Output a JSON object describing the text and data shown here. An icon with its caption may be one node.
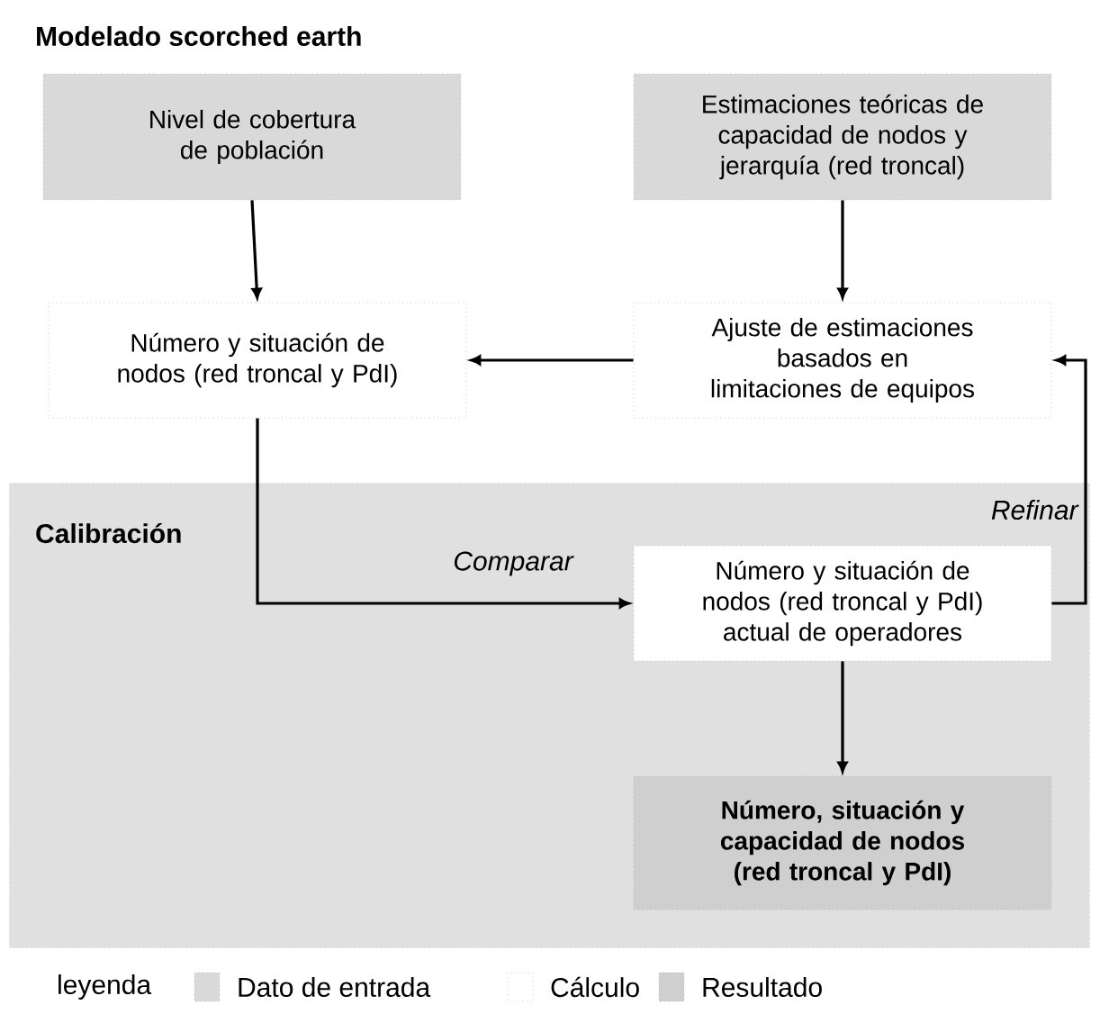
{
  "diagram": {
    "title": "Modelado scorched earth",
    "nodes": [
      {
        "text": [
          "Nivel de cobertura de población"
        ]
      },
      {
        "text": [
          "Estimaciones teóricas de capacidad de nodos y jerarquía (red troncal)"
        ]
      },
      {
        "text": [
          "Número y situación de nodos (red troncal y PdI)"
        ]
      },
      {
        "text": [
          "Ajuste de estimaciones basados en limitaciones de equipos"
        ]
      },
      {
        "text": [
          "Calibración"
        ]
      },
      {
        "text": [
          "Número y situación de nodos (red troncal y PdI) actual de operadores"
        ],
        "in": 4
      },
      {
        "text": [
          "Número, situación y capacidad de nodos (red troncal y PdI)"
        ],
        "in": 4
      }
    ],
    "edges": [
      {
        "from": 0,
        "to": 2,
        "arrow": "to"
      },
      {
        "from": 1,
        "to": 3,
        "arrow": "to"
      },
      {
        "from": 3,
        "to": 2,
        "arrow": "to"
      },
      {
        "from": 2,
        "to": 5,
        "arrow": "to",
        "label": "Comparar"
      },
      {
        "from": 5,
        "to": 6,
        "arrow": "to"
      },
      {
        "from": 5,
        "to": 3,
        "arrow": "to",
        "label": "Refinar"
      }
    ],
    "labels": [
      "leyenda"
    ],
    "legend": [
      {
        "text": "Dato de entrada",
        "color": "#d9d9d9"
      },
      {
        "text": "Cálculo",
        "color": "#ffffff"
      },
      {
        "text": "Resultado",
        "color": "#cfcfcf"
      }
    ]
  }
}
